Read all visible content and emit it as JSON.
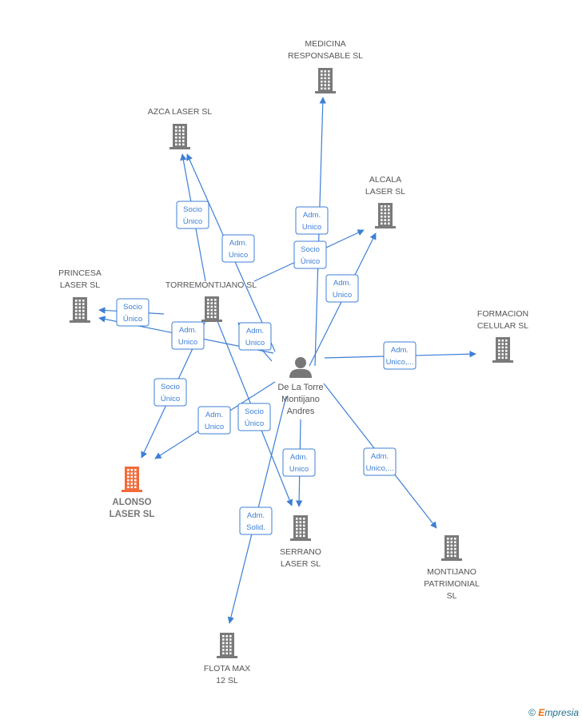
{
  "colors": {
    "edge": "#3d7fd6",
    "company": "#7a7a7a",
    "highlight": "#f26b3a",
    "label_box_fill": "#ffffff",
    "label_box_stroke": "#3d7fd6",
    "person": "#777777"
  },
  "center_person": {
    "icon": "person-icon",
    "name_lines": [
      "De La Torre",
      "Montijano",
      "Andres"
    ]
  },
  "companies": [
    {
      "id": "medicina",
      "lines": [
        "MEDICINA",
        "RESPONSABLE SL"
      ],
      "highlight": false
    },
    {
      "id": "azca",
      "lines": [
        "AZCA LASER  SL"
      ],
      "highlight": false
    },
    {
      "id": "alcala",
      "lines": [
        "ALCALA",
        "LASER  SL"
      ],
      "highlight": false
    },
    {
      "id": "princesa",
      "lines": [
        "PRINCESA",
        "LASER  SL"
      ],
      "highlight": false
    },
    {
      "id": "torremontijano",
      "lines": [
        "TORREMONTIJANO SL"
      ],
      "highlight": false
    },
    {
      "id": "formacion",
      "lines": [
        "FORMACION",
        "CELULAR SL"
      ],
      "highlight": false
    },
    {
      "id": "alonso",
      "lines": [
        "ALONSO",
        "LASER  SL"
      ],
      "highlight": true
    },
    {
      "id": "serrano",
      "lines": [
        "SERRANO",
        "LASER  SL"
      ],
      "highlight": false
    },
    {
      "id": "montijano",
      "lines": [
        "MONTIJANO",
        "PATRIMONIAL",
        "SL"
      ],
      "highlight": false
    },
    {
      "id": "flota",
      "lines": [
        "FLOTA MAX",
        "12  SL"
      ],
      "highlight": false
    }
  ],
  "relations": [
    {
      "from": "person",
      "to": "medicina",
      "label": [
        "Adm.",
        "Unico"
      ]
    },
    {
      "from": "person",
      "to": "azca",
      "label": [
        "Adm.",
        "Unico"
      ]
    },
    {
      "from": "torremontijano",
      "to": "azca",
      "label": [
        "Socio",
        "Único"
      ]
    },
    {
      "from": "torremontijano",
      "to": "alcala",
      "label": [
        "Socio",
        "Único"
      ]
    },
    {
      "from": "person",
      "to": "alcala",
      "label": [
        "Adm.",
        "Unico"
      ]
    },
    {
      "from": "torremontijano",
      "to": "princesa",
      "label": [
        "Socio",
        "Único"
      ]
    },
    {
      "from": "person",
      "to": "princesa",
      "label": [
        "Adm.",
        "Unico"
      ]
    },
    {
      "from": "person",
      "to": "torremontijano",
      "label": [
        "Adm.",
        "Unico"
      ]
    },
    {
      "from": "person",
      "to": "formacion",
      "label": [
        "Adm.",
        "Unico,..."
      ]
    },
    {
      "from": "torremontijano",
      "to": "alonso",
      "label": [
        "Socio",
        "Único"
      ]
    },
    {
      "from": "person",
      "to": "alonso",
      "label": [
        "Adm.",
        "Unico"
      ]
    },
    {
      "from": "torremontijano",
      "to": "serrano",
      "label": [
        "Socio",
        "Único"
      ]
    },
    {
      "from": "person",
      "to": "serrano",
      "label": [
        "Adm.",
        "Unico"
      ]
    },
    {
      "from": "person",
      "to": "montijano",
      "label": [
        "Adm.",
        "Unico,..."
      ]
    },
    {
      "from": "person",
      "to": "flota",
      "label": [
        "Adm.",
        "Solid."
      ]
    }
  ],
  "watermark": {
    "symbol": "©",
    "brand_initial": "E",
    "brand_rest": "mpresia"
  }
}
